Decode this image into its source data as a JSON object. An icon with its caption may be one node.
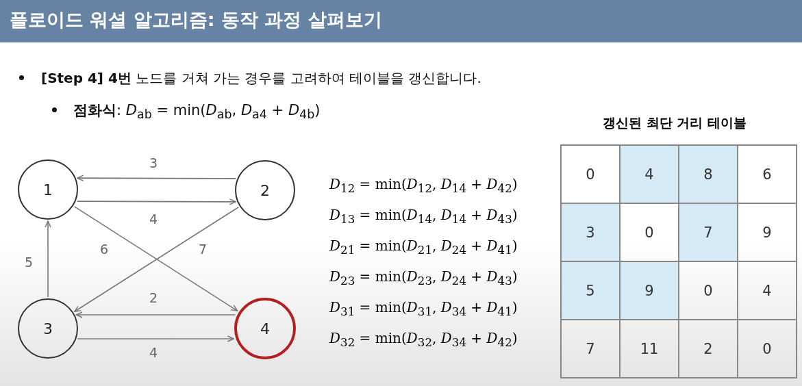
{
  "diagram": {
    "title": "플로이드 워셜 알고리즘: 동작 과정 살펴보기",
    "nodes": [
      {
        "text": [
          "1"
        ]
      },
      {
        "text": [
          "2"
        ]
      },
      {
        "text": [
          "3"
        ]
      },
      {
        "text": [
          "4"
        ]
      }
    ],
    "edges": [
      {
        "from": 1,
        "to": 0,
        "arrow": "to",
        "label": "3"
      },
      {
        "from": 0,
        "to": 1,
        "arrow": "to",
        "label": "4"
      },
      {
        "from": 2,
        "to": 0,
        "arrow": "to",
        "label": "5"
      },
      {
        "from": 0,
        "to": 3,
        "arrow": "to",
        "label": "6"
      },
      {
        "from": 1,
        "to": 2,
        "arrow": "to",
        "label": "7"
      },
      {
        "from": 3,
        "to": 2,
        "arrow": "to",
        "label": "2"
      },
      {
        "from": 2,
        "to": 3,
        "arrow": "to",
        "label": "4"
      }
    ],
    "labels": [
      "**[Step 4] 4번** 노드를 거쳐 가는 경우를 고려하여 테이블을 갱신합니다.",
      "**점화식**: *D*$_{ab}$ = min(*D*$_{ab}$, *D*$_{a4}$ + *D*$_{4b}$)",
      "*D*$_{12}$ = min(*D*$_{12}$, *D*$_{14}$ + *D*$_{42}$)",
      "*D*$_{13}$ = min(*D*$_{14}$, *D*$_{14}$ + *D*$_{43}$)",
      "*D*$_{21}$ = min(*D*$_{21}$, *D*$_{24}$ + *D*$_{41}$)",
      "*D*$_{23}$ = min(*D*$_{23}$, *D*$_{24}$ + *D*$_{43}$)",
      "*D*$_{31}$ = min(*D*$_{31}$, *D*$_{34}$ + *D*$_{41}$)",
      "*D*$_{32}$ = min(*D*$_{32}$, *D*$_{34}$ + *D*$_{42}$)",
      "갱신된 최단 거리 테이블",
      "0",
      "4",
      "8",
      "6",
      "3",
      "0",
      "7",
      "9",
      "5",
      "9",
      "0",
      "4",
      "7",
      "11",
      "2",
      "0"
    ]
  }
}
